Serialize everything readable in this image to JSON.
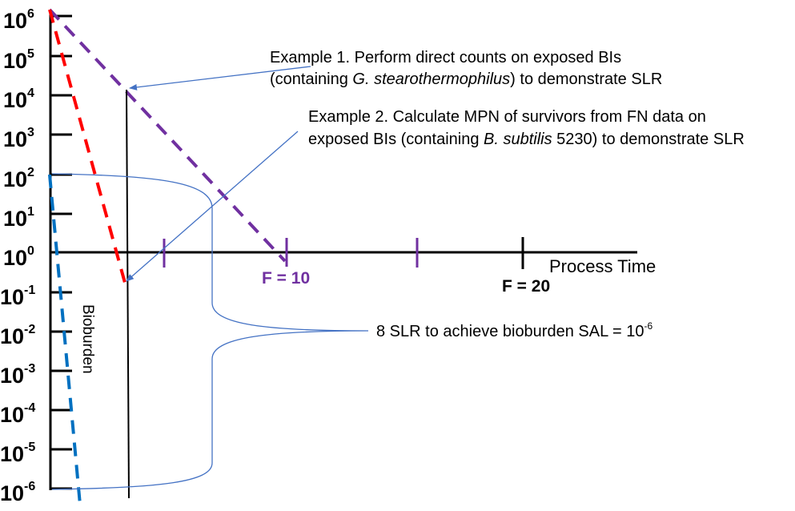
{
  "y_axis": {
    "labels": [
      {
        "base": "10",
        "exp": "6"
      },
      {
        "base": "10",
        "exp": "5"
      },
      {
        "base": "10",
        "exp": "4"
      },
      {
        "base": "10",
        "exp": "3"
      },
      {
        "base": "10",
        "exp": "2"
      },
      {
        "base": "10",
        "exp": "1"
      },
      {
        "base": "10",
        "exp": "0"
      },
      {
        "base": "10",
        "exp": "-1"
      },
      {
        "base": "10",
        "exp": "-2"
      },
      {
        "base": "10",
        "exp": "-3"
      },
      {
        "base": "10",
        "exp": "-4"
      },
      {
        "base": "10",
        "exp": "-5"
      },
      {
        "base": "10",
        "exp": "-6"
      }
    ]
  },
  "x_axis": {
    "label": "Process Time",
    "f10_label": "F = 10",
    "f20_label": "F = 20"
  },
  "example1": {
    "line1": "Example 1. Perform direct counts on exposed BIs",
    "line2_pre": "(containing ",
    "line2_italic": "G. stearothermophilus",
    "line2_post": ") to demonstrate SLR"
  },
  "example2": {
    "line1": "Example 2. Calculate MPN of survivors from FN data on",
    "line2_pre": "exposed BIs (containing ",
    "line2_italic": "B. subtilis",
    "line2_post": " 5230) to demonstrate SLR"
  },
  "slr_note": {
    "text": "8 SLR to achieve bioburden SAL = 10",
    "exp": "-6"
  },
  "bioburden_label": "Bioburden",
  "colors": {
    "axis": "#000000",
    "purple": "#7030a0",
    "red": "#ff0000",
    "blue": "#0070c0",
    "annotation": "#4472c4"
  }
}
